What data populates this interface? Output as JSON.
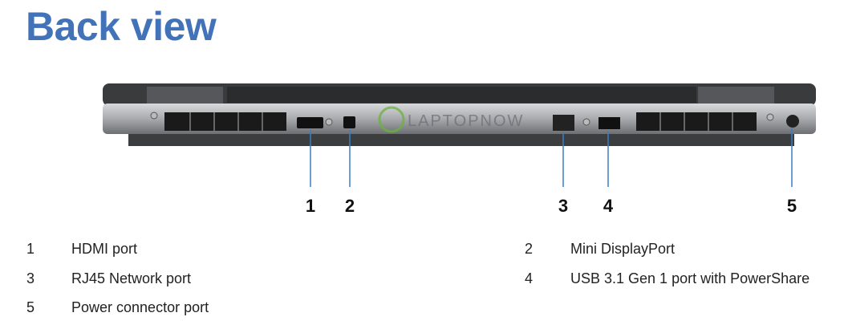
{
  "title": "Back view",
  "watermark": "LAPTOPNOW",
  "callouts": [
    "1",
    "2",
    "3",
    "4",
    "5"
  ],
  "legend": [
    {
      "num": "1",
      "label": "HDMI port"
    },
    {
      "num": "2",
      "label": "Mini DisplayPort"
    },
    {
      "num": "3",
      "label": "RJ45 Network port"
    },
    {
      "num": "4",
      "label": "USB 3.1 Gen 1 port with PowerShare"
    },
    {
      "num": "5",
      "label": "Power connector port"
    }
  ],
  "colors": {
    "title": "#4272b8",
    "leader": "#3a7ec4"
  }
}
